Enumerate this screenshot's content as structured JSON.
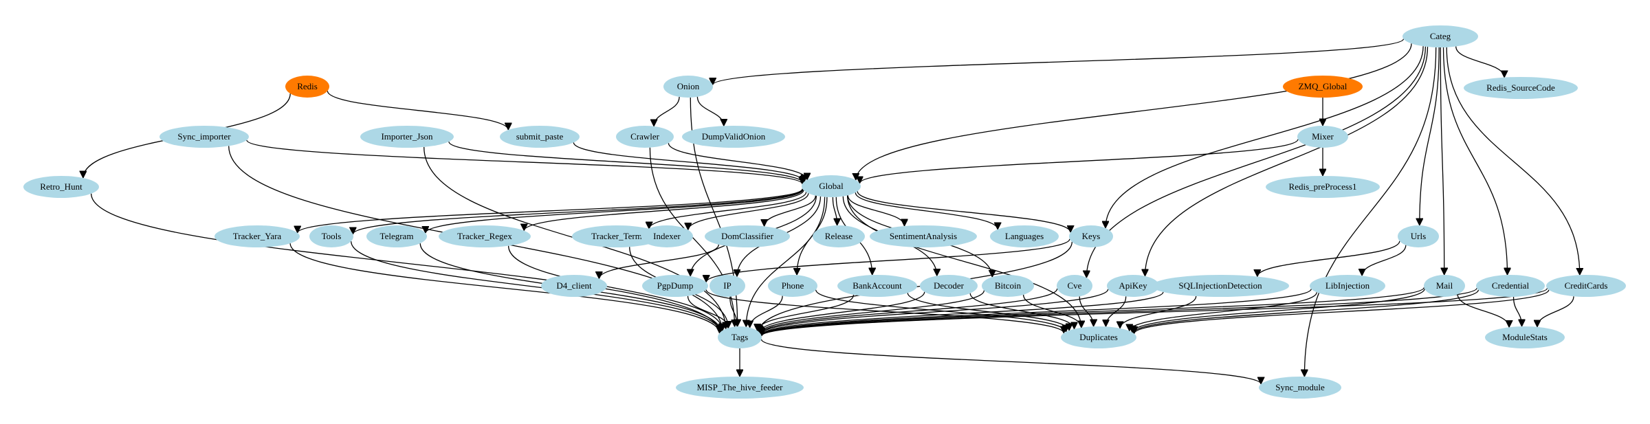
{
  "colors": {
    "module_fill": "#add8e6",
    "source_fill": "#ff7a00",
    "edge": "#000000",
    "text": "#000000",
    "background": "#ffffff"
  },
  "nodes": [
    {
      "id": "Categ",
      "label": "Categ",
      "kind": "module"
    },
    {
      "id": "Redis",
      "label": "Redis",
      "kind": "source"
    },
    {
      "id": "ZMQ_Global",
      "label": "ZMQ_Global",
      "kind": "source"
    },
    {
      "id": "Onion",
      "label": "Onion",
      "kind": "module"
    },
    {
      "id": "Redis_SourceCode",
      "label": "Redis_SourceCode",
      "kind": "module"
    },
    {
      "id": "Sync_importer",
      "label": "Sync_importer",
      "kind": "module"
    },
    {
      "id": "Importer_Json",
      "label": "Importer_Json",
      "kind": "module"
    },
    {
      "id": "submit_paste",
      "label": "submit_paste",
      "kind": "module"
    },
    {
      "id": "Crawler",
      "label": "Crawler",
      "kind": "module"
    },
    {
      "id": "DumpValidOnion",
      "label": "DumpValidOnion",
      "kind": "module"
    },
    {
      "id": "Mixer",
      "label": "Mixer",
      "kind": "module"
    },
    {
      "id": "Retro_Hunt",
      "label": "Retro_Hunt",
      "kind": "module"
    },
    {
      "id": "Global",
      "label": "Global",
      "kind": "module"
    },
    {
      "id": "Redis_preProcess1",
      "label": "Redis_preProcess1",
      "kind": "module"
    },
    {
      "id": "Tracker_Yara",
      "label": "Tracker_Yara",
      "kind": "module"
    },
    {
      "id": "Tools",
      "label": "Tools",
      "kind": "module"
    },
    {
      "id": "Telegram",
      "label": "Telegram",
      "kind": "module"
    },
    {
      "id": "Tracker_Regex",
      "label": "Tracker_Regex",
      "kind": "module"
    },
    {
      "id": "Tracker_Term",
      "label": "Tracker_Term",
      "kind": "module"
    },
    {
      "id": "Indexer",
      "label": "Indexer",
      "kind": "module"
    },
    {
      "id": "DomClassifier",
      "label": "DomClassifier",
      "kind": "module"
    },
    {
      "id": "Release",
      "label": "Release",
      "kind": "module"
    },
    {
      "id": "SentimentAnalysis",
      "label": "SentimentAnalysis",
      "kind": "module"
    },
    {
      "id": "Languages",
      "label": "Languages",
      "kind": "module"
    },
    {
      "id": "Keys",
      "label": "Keys",
      "kind": "module"
    },
    {
      "id": "Urls",
      "label": "Urls",
      "kind": "module"
    },
    {
      "id": "D4_client",
      "label": "D4_client",
      "kind": "module"
    },
    {
      "id": "PgpDump",
      "label": "PgpDump",
      "kind": "module"
    },
    {
      "id": "IP",
      "label": "IP",
      "kind": "module"
    },
    {
      "id": "Phone",
      "label": "Phone",
      "kind": "module"
    },
    {
      "id": "BankAccount",
      "label": "BankAccount",
      "kind": "module"
    },
    {
      "id": "Decoder",
      "label": "Decoder",
      "kind": "module"
    },
    {
      "id": "Bitcoin",
      "label": "Bitcoin",
      "kind": "module"
    },
    {
      "id": "Cve",
      "label": "Cve",
      "kind": "module"
    },
    {
      "id": "ApiKey",
      "label": "ApiKey",
      "kind": "module"
    },
    {
      "id": "SQLInjectionDetection",
      "label": "SQLInjectionDetection",
      "kind": "module"
    },
    {
      "id": "LibInjection",
      "label": "LibInjection",
      "kind": "module"
    },
    {
      "id": "Mail",
      "label": "Mail",
      "kind": "module"
    },
    {
      "id": "Credential",
      "label": "Credential",
      "kind": "module"
    },
    {
      "id": "CreditCards",
      "label": "CreditCards",
      "kind": "module"
    },
    {
      "id": "Tags",
      "label": "Tags",
      "kind": "module"
    },
    {
      "id": "Duplicates",
      "label": "Duplicates",
      "kind": "module"
    },
    {
      "id": "ModuleStats",
      "label": "ModuleStats",
      "kind": "module"
    },
    {
      "id": "MISP_The_hive_feeder",
      "label": "MISP_The_hive_feeder",
      "kind": "module"
    },
    {
      "id": "Sync_module",
      "label": "Sync_module",
      "kind": "module"
    }
  ],
  "edges": [
    {
      "from": "Redis",
      "to": "submit_paste"
    },
    {
      "from": "Redis",
      "to": "Retro_Hunt"
    },
    {
      "from": "ZMQ_Global",
      "to": "Mixer"
    },
    {
      "from": "Mixer",
      "to": "Global"
    },
    {
      "from": "Mixer",
      "to": "Redis_preProcess1"
    },
    {
      "from": "Categ",
      "to": "Onion"
    },
    {
      "from": "Categ",
      "to": "Redis_SourceCode"
    },
    {
      "from": "Categ",
      "to": "Keys"
    },
    {
      "from": "Categ",
      "to": "Cve"
    },
    {
      "from": "Categ",
      "to": "ApiKey"
    },
    {
      "from": "Categ",
      "to": "Urls"
    },
    {
      "from": "Categ",
      "to": "Mail"
    },
    {
      "from": "Categ",
      "to": "Credential"
    },
    {
      "from": "Categ",
      "to": "CreditCards"
    },
    {
      "from": "Categ",
      "to": "Sync_module"
    },
    {
      "from": "Categ",
      "to": "Global"
    },
    {
      "from": "Onion",
      "to": "Crawler"
    },
    {
      "from": "Onion",
      "to": "DumpValidOnion"
    },
    {
      "from": "Onion",
      "to": "Tags"
    },
    {
      "from": "Sync_importer",
      "to": "Global"
    },
    {
      "from": "Sync_importer",
      "to": "Tags"
    },
    {
      "from": "Importer_Json",
      "to": "Global"
    },
    {
      "from": "Importer_Json",
      "to": "Tags"
    },
    {
      "from": "submit_paste",
      "to": "Global"
    },
    {
      "from": "Crawler",
      "to": "Global"
    },
    {
      "from": "Crawler",
      "to": "Tags"
    },
    {
      "from": "Retro_Hunt",
      "to": "Tags"
    },
    {
      "from": "Global",
      "to": "Tracker_Yara"
    },
    {
      "from": "Global",
      "to": "Tools"
    },
    {
      "from": "Global",
      "to": "Telegram"
    },
    {
      "from": "Global",
      "to": "Tracker_Regex"
    },
    {
      "from": "Global",
      "to": "Tracker_Term"
    },
    {
      "from": "Global",
      "to": "Indexer"
    },
    {
      "from": "Global",
      "to": "DomClassifier"
    },
    {
      "from": "Global",
      "to": "Release"
    },
    {
      "from": "Global",
      "to": "SentimentAnalysis"
    },
    {
      "from": "Global",
      "to": "Languages"
    },
    {
      "from": "Global",
      "to": "Keys"
    },
    {
      "from": "Global",
      "to": "PgpDump"
    },
    {
      "from": "Global",
      "to": "IP"
    },
    {
      "from": "Global",
      "to": "Phone"
    },
    {
      "from": "Global",
      "to": "BankAccount"
    },
    {
      "from": "Global",
      "to": "Decoder"
    },
    {
      "from": "Global",
      "to": "Bitcoin"
    },
    {
      "from": "Global",
      "to": "Duplicates"
    },
    {
      "from": "Global",
      "to": "Tags"
    },
    {
      "from": "DomClassifier",
      "to": "D4_client"
    },
    {
      "from": "Keys",
      "to": "PgpDump"
    },
    {
      "from": "Keys",
      "to": "Tags"
    },
    {
      "from": "Urls",
      "to": "SQLInjectionDetection"
    },
    {
      "from": "Urls",
      "to": "LibInjection"
    },
    {
      "from": "Tracker_Yara",
      "to": "Tags"
    },
    {
      "from": "Tools",
      "to": "Tags"
    },
    {
      "from": "Telegram",
      "to": "Tags"
    },
    {
      "from": "Tracker_Regex",
      "to": "Tags"
    },
    {
      "from": "Tracker_Term",
      "to": "Tags"
    },
    {
      "from": "PgpDump",
      "to": "Tags"
    },
    {
      "from": "PgpDump",
      "to": "Duplicates"
    },
    {
      "from": "IP",
      "to": "Tags"
    },
    {
      "from": "Phone",
      "to": "Tags"
    },
    {
      "from": "Phone",
      "to": "Duplicates"
    },
    {
      "from": "BankAccount",
      "to": "Tags"
    },
    {
      "from": "BankAccount",
      "to": "Duplicates"
    },
    {
      "from": "Decoder",
      "to": "Tags"
    },
    {
      "from": "Decoder",
      "to": "Duplicates"
    },
    {
      "from": "Bitcoin",
      "to": "Tags"
    },
    {
      "from": "Bitcoin",
      "to": "Duplicates"
    },
    {
      "from": "Cve",
      "to": "Tags"
    },
    {
      "from": "Cve",
      "to": "Duplicates"
    },
    {
      "from": "ApiKey",
      "to": "Tags"
    },
    {
      "from": "ApiKey",
      "to": "Duplicates"
    },
    {
      "from": "SQLInjectionDetection",
      "to": "Tags"
    },
    {
      "from": "SQLInjectionDetection",
      "to": "Duplicates"
    },
    {
      "from": "LibInjection",
      "to": "Tags"
    },
    {
      "from": "LibInjection",
      "to": "Duplicates"
    },
    {
      "from": "Mail",
      "to": "Tags"
    },
    {
      "from": "Mail",
      "to": "Duplicates"
    },
    {
      "from": "Mail",
      "to": "ModuleStats"
    },
    {
      "from": "Credential",
      "to": "Tags"
    },
    {
      "from": "Credential",
      "to": "Duplicates"
    },
    {
      "from": "Credential",
      "to": "ModuleStats"
    },
    {
      "from": "CreditCards",
      "to": "Tags"
    },
    {
      "from": "CreditCards",
      "to": "Duplicates"
    },
    {
      "from": "CreditCards",
      "to": "ModuleStats"
    },
    {
      "from": "Tags",
      "to": "MISP_The_hive_feeder"
    },
    {
      "from": "Tags",
      "to": "Sync_module"
    }
  ]
}
